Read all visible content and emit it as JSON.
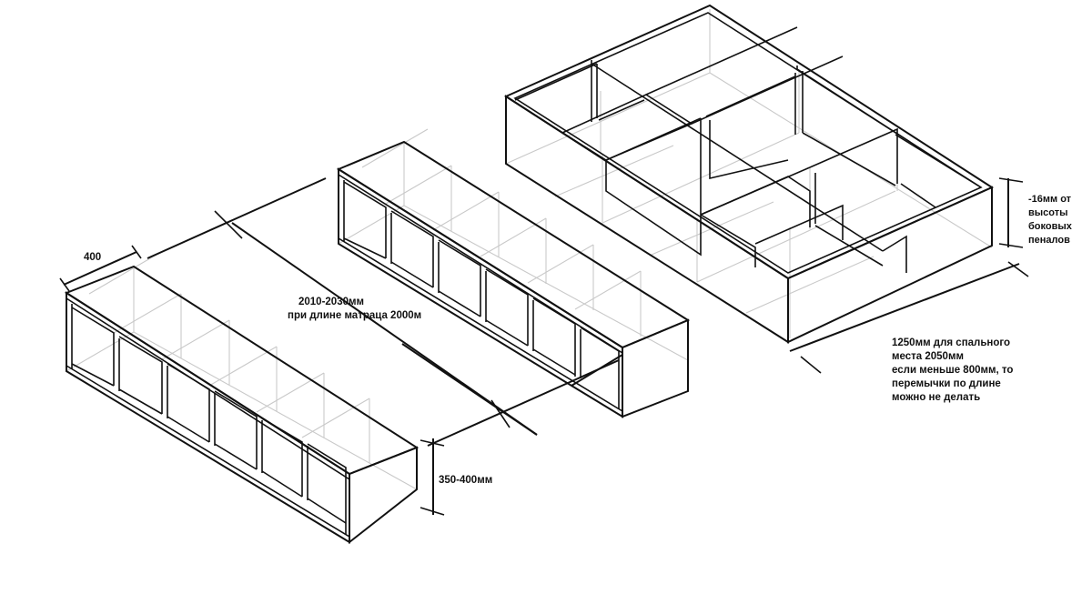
{
  "dimensions": {
    "box_width": "400",
    "length": [
      "2010-2030мм",
      "при длине матраца 2000м"
    ],
    "height": "350-400мм",
    "side_note": [
      "-16мм от",
      "высоты",
      "боковых",
      "пеналов"
    ],
    "base_note": [
      "1250мм для спального",
      "места 2050мм",
      "если меньше 800мм, то",
      "перемычки по длине",
      "можно не делать"
    ]
  }
}
